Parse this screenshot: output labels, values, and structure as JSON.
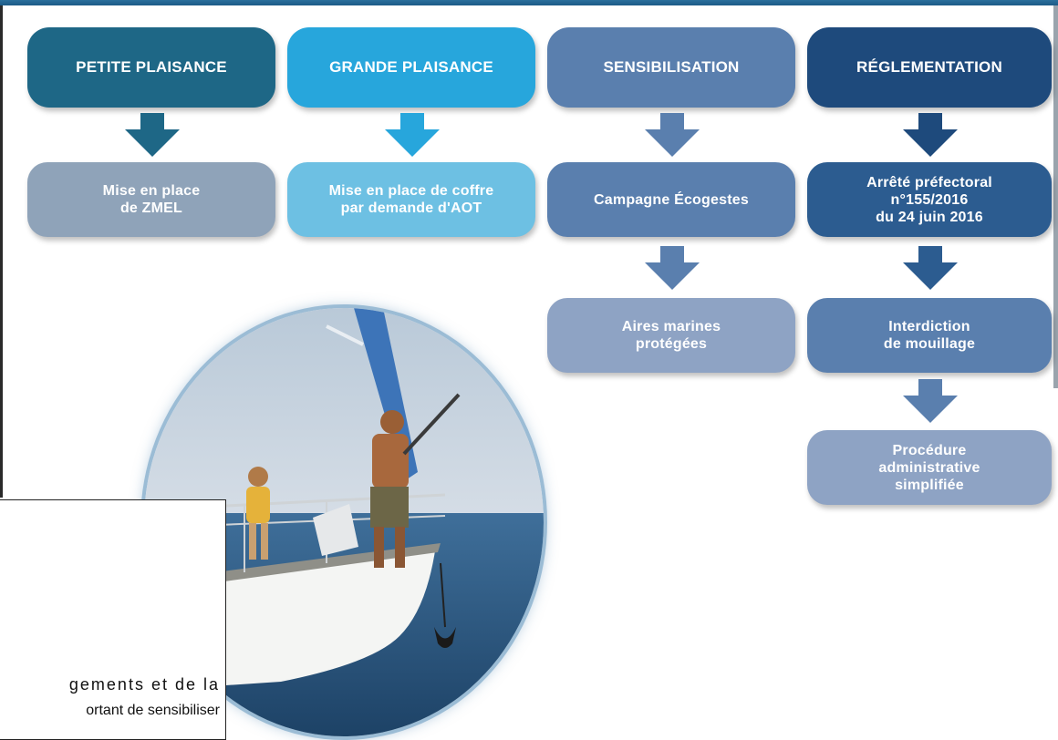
{
  "columns": [
    {
      "header": "PETITE PLAISANCE",
      "color": "#1e6786",
      "sub_color": "#8fa3b9",
      "items": [
        "Mise en place\nde ZMEL"
      ]
    },
    {
      "header": "GRANDE PLAISANCE",
      "color": "#27a6dc",
      "sub_color": "#6dc0e3",
      "items": [
        "Mise en place de coffre\npar demande d'AOT"
      ]
    },
    {
      "header": "SENSIBILISATION",
      "color": "#5a7fae",
      "sub_color": "#5a7fae",
      "items": [
        "Campagne Écogestes",
        "Aires marines\nprotégées"
      ]
    },
    {
      "header": "RÉGLEMENTATION",
      "color": "#1e4a7c",
      "sub_color": "#2c5c90",
      "items": [
        "Arrêté préfectoral\nn°155/2016\ndu 24 juin 2016",
        "Interdiction\nde mouillage",
        "Procédure\nadministrative\nsimplifiée"
      ]
    }
  ],
  "text_excerpt": {
    "line1": "gements et de la",
    "line2": "ortant de sensibiliser"
  }
}
